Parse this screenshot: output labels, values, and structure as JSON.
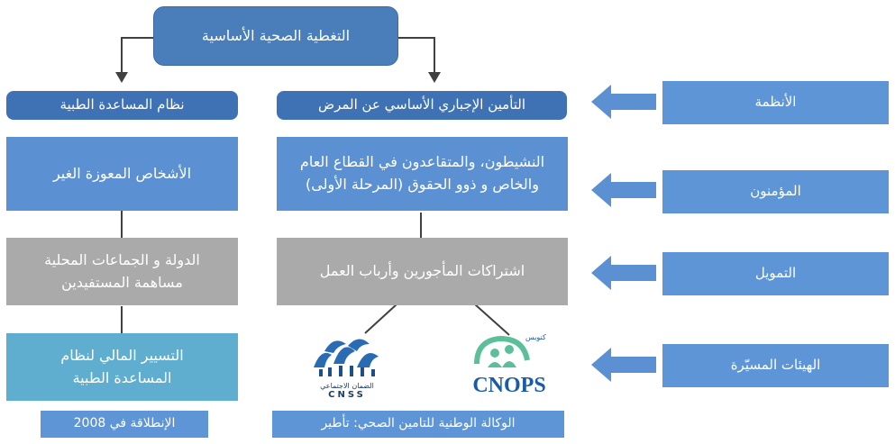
{
  "root": {
    "label": "التغطية الصحية الأساسية"
  },
  "systems": {
    "right": "التأمين الإجباري الأساسي عن المرض",
    "left": "نظام المساعدة الطبية"
  },
  "insured": {
    "right_line1": "النشيطون، والمتقاعدون في القطاع العام",
    "right_line2": "والخاص و ذوو الحقوق (المرحلة الأولى)",
    "left": "الأشخاص المعوزة الغير"
  },
  "funding": {
    "right": "اشتراكات المأجورين وأرباب العمل",
    "left_line1": "الدولة و الجماعات المحلية",
    "left_line2": "مساهمة المستفيدين"
  },
  "management": {
    "left_line1": "التسيير المالي لنظام",
    "left_line2": "المساعدة الطبية",
    "cnss_logo_text": "الضمان الاجتماعي",
    "cnss_abbr": "CNSS",
    "cnops_small": "كنوبس",
    "cnops_abbr": "CNOPS"
  },
  "bottom": {
    "right": "الوكالة الوطنية للتامين الصحي: تأطير",
    "left": "الإنطلاقة في 2008"
  },
  "side_labels": {
    "systems": "الأنظمة",
    "insured": "المؤمنون",
    "funding": "التمويل",
    "management": "الهيئات المسيّرة"
  },
  "colors": {
    "root": "#4a7ebb",
    "system_box": "#3f72b5",
    "insured_box": "#5b90d3",
    "funding_box": "#aaaaaa",
    "management_box": "#5faed0",
    "cnops_blue": "#1a5aa8",
    "cnss_blue": "#1d5fa6"
  },
  "icons": [
    "left-arrow-icon",
    "cnss-logo-icon",
    "cnops-logo-icon"
  ]
}
